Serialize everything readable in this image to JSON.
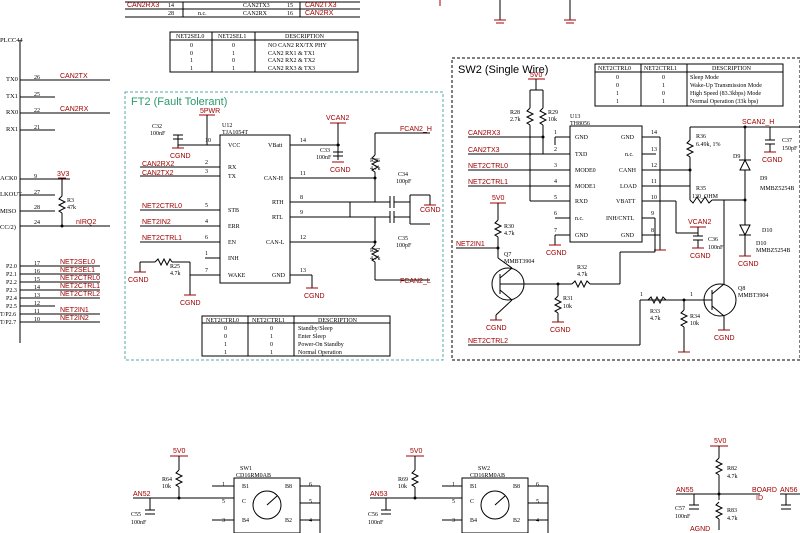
{
  "top_table": {
    "rows": [
      {
        "a_net": "CAN2RX3",
        "a_pin": "14",
        "b_net": "CAN2TX3",
        "b_pin": "15",
        "c_net": "CAN2TX3"
      },
      {
        "a_net": "",
        "a_pin": "28",
        "b_net": "n.c.",
        "b_pin": "",
        "c_net": "CAN2RX"
      }
    ],
    "extra": [
      "CAN2RX3",
      "16",
      "CAN2RX"
    ]
  },
  "net2sel_table": {
    "headers": [
      "NET2SEL0",
      "NET2SEL1",
      "DESCRIPTION"
    ],
    "rows": [
      [
        "0",
        "0",
        "NO CAN2 RX/TX PHY"
      ],
      [
        "0",
        "1",
        "CAN2 RX1 & TX1"
      ],
      [
        "1",
        "0",
        "CAN2 RX2 & TX2"
      ],
      [
        "1",
        "1",
        "CAN2 RX3 & TX3"
      ]
    ]
  },
  "mcu": {
    "title": "PLCC44",
    "pins": [
      {
        "label": "TX0",
        "num": "26",
        "net": "CAN2TX"
      },
      {
        "label": "TX1",
        "num": "25",
        "net": ""
      },
      {
        "label": "RX0",
        "num": "22",
        "net": "CAN2RX"
      },
      {
        "label": "RX1",
        "num": "21",
        "net": ""
      },
      {
        "label": "ACK0",
        "num": "9",
        "net": ""
      },
      {
        "label": "LKOUT",
        "num": "27",
        "net": ""
      },
      {
        "label": "MISO",
        "num": "28",
        "net": ""
      },
      {
        "label": "CC/2)",
        "num": "24",
        "net": "nIRQ2"
      },
      {
        "label": "P2.0",
        "num": "17",
        "net": "NET2SEL0"
      },
      {
        "label": "P2.1",
        "num": "16",
        "net": "NET2SEL1"
      },
      {
        "label": "P2.2",
        "num": "15",
        "net": "NET2CTRL0"
      },
      {
        "label": "P2.3",
        "num": "14",
        "net": "NET2CTRL1"
      },
      {
        "label": "P2.4",
        "num": "13",
        "net": "NET2CTRL2"
      },
      {
        "label": "P2.5",
        "num": "12",
        "net": ""
      },
      {
        "label": "T/P2.6",
        "num": "11",
        "net": "NET2IN1"
      },
      {
        "label": "T/P2.7",
        "num": "10",
        "net": "NET2IN2"
      }
    ],
    "r3": {
      "name": "R3",
      "value": "47k",
      "supply": "3V3"
    }
  },
  "ft2": {
    "title": "FT2 (Fault Tolerant)",
    "ic": {
      "ref": "U12",
      "part": "TJA1054T",
      "supply": "5PWR"
    },
    "left_pins": [
      {
        "num": "10",
        "label": "VCC"
      },
      {
        "num": "2",
        "label": "RX"
      },
      {
        "num": "3",
        "label": "TX"
      },
      {
        "num": "5",
        "label": "STB"
      },
      {
        "num": "4",
        "label": "ERR"
      },
      {
        "num": "6",
        "label": "EN"
      },
      {
        "num": "1",
        "label": "INH"
      },
      {
        "num": "7",
        "label": "WAKE"
      }
    ],
    "right_pins": [
      {
        "num": "14",
        "label": "VBatt"
      },
      {
        "num": "11",
        "label": "CAN-H"
      },
      {
        "num": "8",
        "label": "RTH"
      },
      {
        "num": "9",
        "label": "RTL"
      },
      {
        "num": "12",
        "label": "CAN-L"
      },
      {
        "num": "13",
        "label": "GND"
      }
    ],
    "nets": {
      "rx": "CAN2RX2",
      "tx": "CAN2TX2",
      "stb": "NET2CTRL0",
      "err": "NET2IN2",
      "en": "NET2CTRL1",
      "canh": "FCAN2_H",
      "canl": "FCAN2_L",
      "vcan": "VCAN2"
    },
    "parts": {
      "c32": [
        "C32",
        "100nF"
      ],
      "c33": [
        "C33",
        "100nF"
      ],
      "r26": [
        "R26",
        "4.7k"
      ],
      "r27": [
        "R27",
        "4.7k"
      ],
      "c34": [
        "C34",
        "100pF"
      ],
      "c35": [
        "C35",
        "100pF"
      ],
      "r25": [
        "R25",
        "4.7k"
      ]
    },
    "gnd": "CGND",
    "table": {
      "headers": [
        "NET2CTRL0",
        "NET2CTRL1",
        "DESCRIPTION"
      ],
      "rows": [
        [
          "0",
          "0",
          "Standby/Sleep"
        ],
        [
          "0",
          "1",
          "Enter Sleep"
        ],
        [
          "1",
          "0",
          "Power-On Standby"
        ],
        [
          "1",
          "1",
          "Normal Operation"
        ]
      ]
    }
  },
  "sw2": {
    "title": "SW2 (Single Wire)",
    "ic": {
      "ref": "U13",
      "part": "TH8056",
      "supply": "5V0"
    },
    "left_pins": [
      {
        "num": "1",
        "label": "GND"
      },
      {
        "num": "2",
        "label": "TXD"
      },
      {
        "num": "3",
        "label": "MODE0"
      },
      {
        "num": "4",
        "label": "MODE1"
      },
      {
        "num": "5",
        "label": "RXD"
      },
      {
        "num": "6",
        "label": "n.c."
      },
      {
        "num": "7",
        "label": "GND"
      }
    ],
    "right_pins": [
      {
        "num": "14",
        "label": "GND"
      },
      {
        "num": "13",
        "label": "n.c."
      },
      {
        "num": "12",
        "label": "CANH"
      },
      {
        "num": "11",
        "label": "LOAD"
      },
      {
        "num": "10",
        "label": "VBATT"
      },
      {
        "num": "9",
        "label": "INH/CNTL"
      },
      {
        "num": "8",
        "label": "GND"
      }
    ],
    "nets": {
      "rx": "CAN2RX3",
      "tx": "CAN2TX3",
      "ctrl0": "NET2CTRL0",
      "ctrl1": "NET2CTRL1",
      "in1": "NET2IN1",
      "ctrl2": "NET2CTRL2",
      "scan": "SCAN2_H",
      "vcan": "VCAN2",
      "v5": "5V0"
    },
    "parts": {
      "r28": [
        "R28",
        "2.7k"
      ],
      "r29": [
        "R29",
        "10k"
      ],
      "r30": [
        "R30",
        "4.7k"
      ],
      "r31": [
        "R31",
        "10k"
      ],
      "r32": [
        "R32",
        "4.7k"
      ],
      "r33": [
        "R33",
        "4.7k"
      ],
      "r34": [
        "R34",
        "10k"
      ],
      "r35": [
        "R35",
        "130_OHM"
      ],
      "r36": [
        "R36",
        "6.49k, 1%"
      ],
      "c36": [
        "C36",
        "100nF"
      ],
      "c37": [
        "C37",
        "150pF"
      ],
      "q7": [
        "Q7",
        "MMBT3904"
      ],
      "q8": [
        "Q8",
        "MMBT3904"
      ],
      "d9": [
        "D9",
        "MMBZ5254B"
      ],
      "d10": [
        "D10",
        "MMBZ5254B"
      ]
    },
    "gnd": "CGND",
    "table": {
      "headers": [
        "NET2CTRL0",
        "NET2CTRL1",
        "DESCRIPTION"
      ],
      "rows": [
        [
          "0",
          "0",
          "Sleep Mode"
        ],
        [
          "0",
          "1",
          "Wake-Up Transmission Mode"
        ],
        [
          "1",
          "0",
          "High Speed (83.3kbps) Mode"
        ],
        [
          "1",
          "1",
          "Normal Operation (33k bps)"
        ]
      ]
    }
  },
  "bottom": {
    "sw1": {
      "ref": "SW1",
      "part": "CD16RM0AB",
      "pins": [
        "B1",
        "B8",
        "C",
        "B4",
        "B2"
      ],
      "nums": [
        "1",
        "6",
        "5",
        "3",
        "4"
      ]
    },
    "sw2": {
      "ref": "SW2",
      "part": "CD16RM0AB",
      "pins": [
        "B1",
        "B8",
        "C",
        "B4",
        "B2"
      ],
      "nums": [
        "1",
        "6",
        "5",
        "3",
        "4"
      ]
    },
    "r64": [
      "R64",
      "10k"
    ],
    "r69": [
      "R69",
      "10k"
    ],
    "r82": [
      "R82",
      "4.7k"
    ],
    "r83": [
      "R83",
      "4.7k"
    ],
    "c55": [
      "C55",
      "100nF"
    ],
    "c56": [
      "C56",
      "100nF"
    ],
    "c57": [
      "C57",
      "100nF"
    ],
    "nets": [
      "AN52",
      "AN53",
      "AN55",
      "AN56"
    ],
    "v5": "5V0",
    "board_id": [
      "BOARD",
      "ID"
    ],
    "agnd": "AGND"
  }
}
